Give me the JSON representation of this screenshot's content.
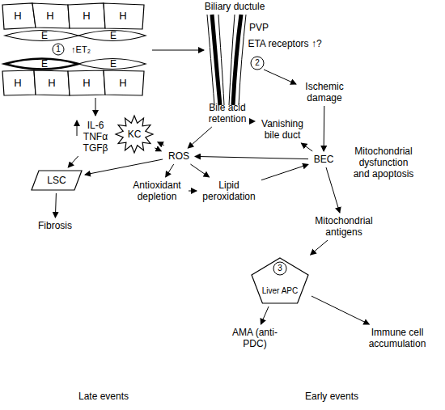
{
  "diagram": {
    "nodes": [
      {
        "text": [
          "Ischemic damage"
        ]
      },
      {
        "text": [
          "Bile acid retention"
        ]
      },
      {
        "text": [
          "Vanishing bile duct"
        ]
      },
      {
        "text": [
          "KC"
        ]
      },
      {
        "text": [
          "IL-6",
          "TNFα",
          "TGFβ"
        ]
      },
      {
        "text": [
          "BEC"
        ]
      },
      {
        "text": [
          "Mitochondrial dysfunction and apoptosis"
        ]
      },
      {
        "text": [
          "LSC"
        ]
      },
      {
        "text": [
          "ROS"
        ]
      },
      {
        "text": [
          "Antioxidant depletion"
        ]
      },
      {
        "text": [
          "Lipid peroxidation"
        ]
      },
      {
        "text": [
          "Fibrosis"
        ]
      },
      {
        "text": [
          "Mitochondrial antigens"
        ]
      },
      {
        "text": [
          "Liver APC"
        ]
      },
      {
        "text": [
          "AMA (anti-PDC)"
        ]
      },
      {
        "text": [
          "Immune cell accumulation"
        ]
      }
    ],
    "edges": [
      {
        "from": 0,
        "to": 5,
        "arrow": "to"
      },
      {
        "from": 5,
        "to": 2,
        "arrow": "to"
      },
      {
        "from": 2,
        "to": 1,
        "arrow": "to"
      },
      {
        "from": 1,
        "to": 8,
        "arrow": "to"
      },
      {
        "from": 5,
        "to": 8,
        "arrow": "to"
      },
      {
        "from": 3,
        "to": 8,
        "arrow": "to"
      },
      {
        "from": 8,
        "to": 3,
        "arrow": "to"
      },
      {
        "from": 4,
        "to": 7,
        "arrow": "to"
      },
      {
        "from": 8,
        "to": 7,
        "arrow": "to"
      },
      {
        "from": 7,
        "to": 11,
        "arrow": "to"
      },
      {
        "from": 8,
        "to": 9,
        "arrow": "to"
      },
      {
        "from": 8,
        "to": 10,
        "arrow": "to"
      },
      {
        "from": 9,
        "to": 10,
        "arrow": "to"
      },
      {
        "from": 10,
        "to": 5,
        "arrow": "to"
      },
      {
        "from": 5,
        "to": 12,
        "arrow": "to"
      },
      {
        "from": 12,
        "to": 13,
        "arrow": "to"
      },
      {
        "from": 13,
        "to": 14,
        "arrow": "to"
      },
      {
        "from": 13,
        "to": 15,
        "arrow": "to"
      }
    ],
    "labels": [
      "H",
      "H",
      "H",
      "H",
      "E",
      "E",
      "1",
      "↑ET₂",
      "E",
      "E",
      "H",
      "H",
      "H",
      "H",
      "Biliary ductule",
      "PVP",
      "ETA receptors ↑?",
      "2",
      "3",
      "Late events",
      "Early events"
    ]
  }
}
